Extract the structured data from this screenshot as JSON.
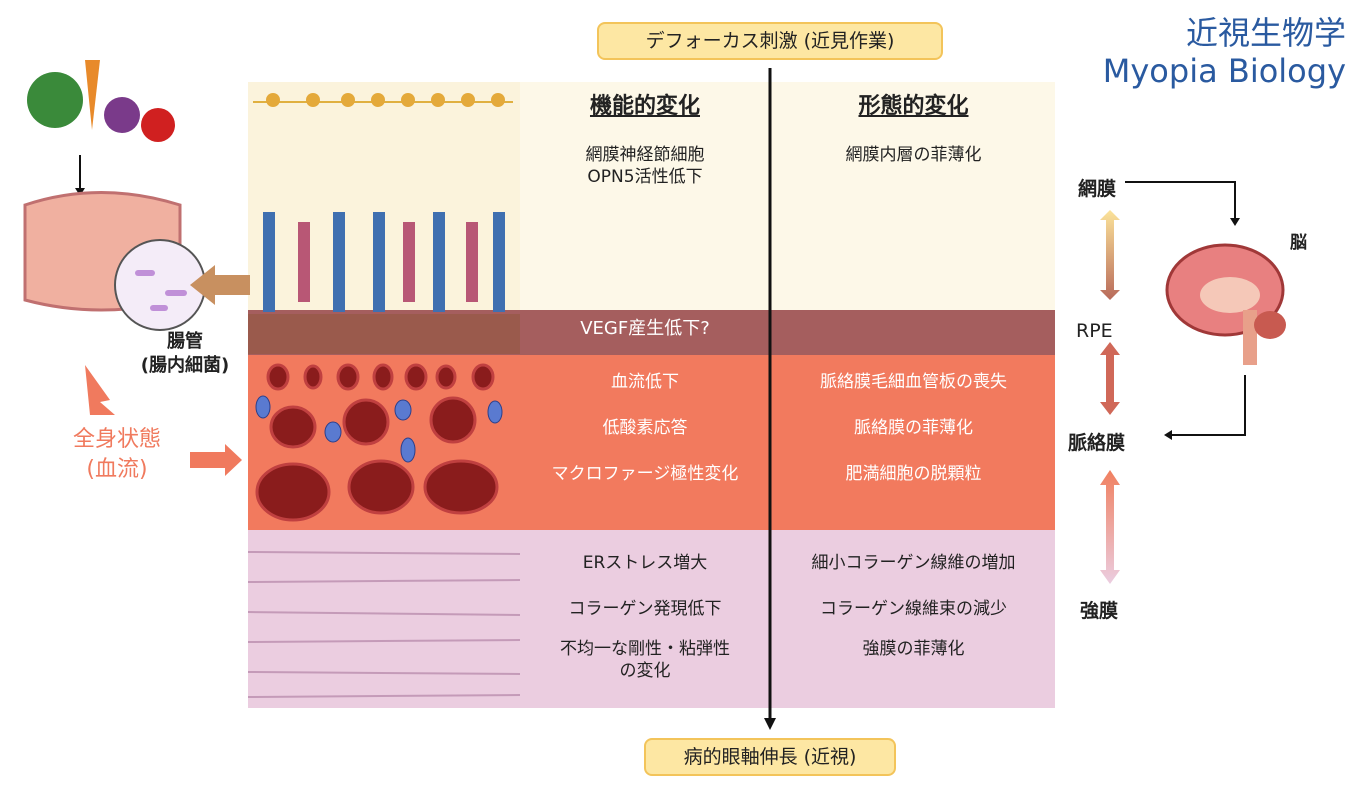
{
  "top_label": "デフォーカス刺激 (近見作業)",
  "bottom_label": "病的眼軸伸長 (近視)",
  "title": {
    "jp": "近視生物学",
    "en": "Myopia Biology"
  },
  "columns": {
    "functional": "機能的変化",
    "morphological": "形態的変化"
  },
  "retina": {
    "functional": [
      "網膜神経節細胞",
      "OPN5活性低下"
    ],
    "morphological": [
      "網膜内層の菲薄化"
    ]
  },
  "rpe": {
    "functional": "VEGF産生低下?"
  },
  "choroid": {
    "functional": [
      "血流低下",
      "低酸素応答",
      "マクロファージ極性変化"
    ],
    "morphological": [
      "脈絡膜毛細血管板の喪失",
      "脈絡膜の菲薄化",
      "肥満細胞の脱顆粒"
    ]
  },
  "sclera": {
    "functional": [
      "ERストレス増大",
      "コラーゲン発現低下",
      "不均一な剛性・粘弾性",
      "の変化"
    ],
    "morphological": [
      "細小コラーゲン線維の増加",
      "コラーゲン線維束の減少",
      "強膜の菲薄化"
    ]
  },
  "right_labels": {
    "retina": "網膜",
    "rpe": "RPE",
    "choroid": "脈絡膜",
    "sclera": "強膜",
    "brain": "脳"
  },
  "left": {
    "gut": "腸管",
    "gut_sub": "(腸内細菌)",
    "systemic": "全身状態",
    "systemic_sub": "(血流)"
  },
  "colors": {
    "retina_bg": "#fdf8e8",
    "rpe_bg": "#a55e5e",
    "choroid_bg": "#f27a5e",
    "sclera_bg": "#ebcde0",
    "title": "#2a5aa0",
    "accent": "#f07a5e"
  }
}
